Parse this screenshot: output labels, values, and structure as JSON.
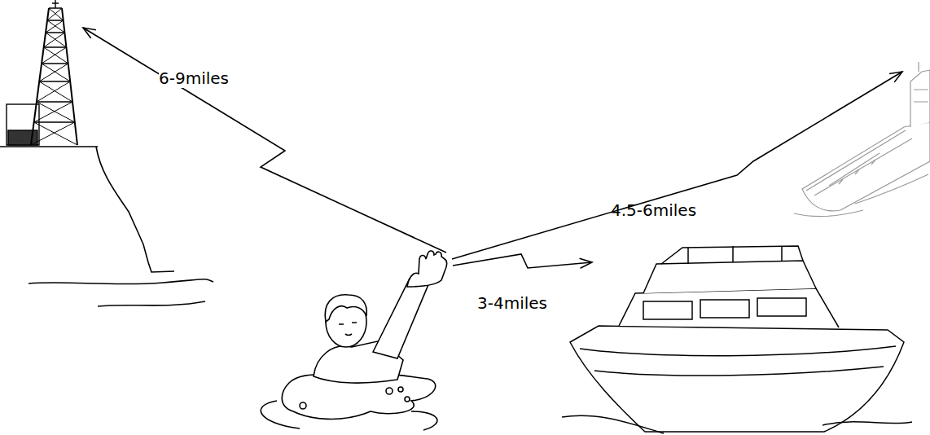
{
  "diagram": {
    "labels": [
      "6-9miles",
      "4.5-6miles",
      "3-4miles"
    ]
  }
}
